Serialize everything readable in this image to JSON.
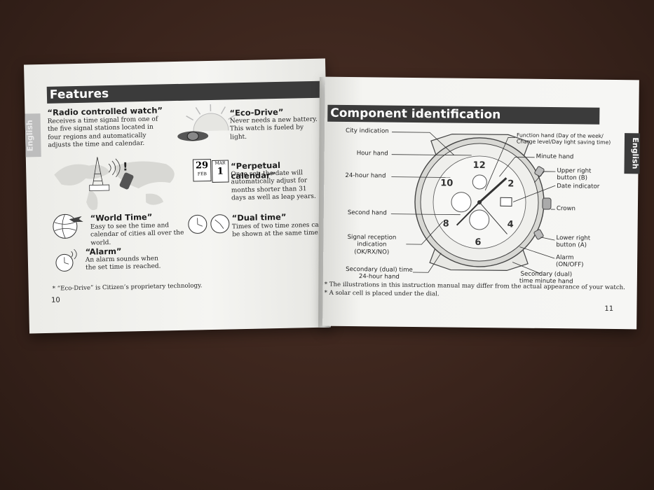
{
  "left_page": {
    "section_title": "Features",
    "side_tab": "English",
    "features": [
      {
        "title": "“Radio controlled watch”",
        "text": "Receives a time signal from one of the five signal stations located in four regions and automatically adjusts the time and calendar."
      },
      {
        "title": "“Eco-Drive”",
        "text": "Never needs a new battery. This watch is fueled by light."
      },
      {
        "title": "“Perpetual calendar”",
        "text": "Once set, the date will automatically adjust for months shorter than 31 days as well as leap years."
      },
      {
        "title": "“World Time”",
        "text": "Easy to see the time and calendar of cities all over the world."
      },
      {
        "title": "“Dual time”",
        "text": "Times of two time zones can be shown at the same time."
      },
      {
        "title": "“Alarm”",
        "text": "An alarm sounds when the set time is reached."
      }
    ],
    "calendar_icon": {
      "left_day": "29",
      "left_month": "FEB",
      "right_day": "1",
      "right_month": "MAR"
    },
    "footnote": "* “Eco-Drive” is Citizen’s proprietary technology.",
    "page_number": "10"
  },
  "right_page": {
    "section_title": "Component identification",
    "side_tab": "English",
    "labels": {
      "city_indication": "City indication",
      "hour_hand": "Hour hand",
      "hour24_hand": "24-hour hand",
      "second_hand": "Second hand",
      "signal_reception": "Signal reception\nindication\n(OK/RX/NO)",
      "secondary_dual_time": "Secondary (dual) time\n24-hour hand",
      "function_hand": "Function hand (Day of the week/\nCharge level/Day light saving time)",
      "minute_hand": "Minute hand",
      "upper_right_button": "Upper right\nbutton (B)",
      "date_indicator": "Date indicator",
      "crown": "Crown",
      "lower_right_button": "Lower right\nbutton (A)",
      "alarm": "Alarm\n(ON/OFF)",
      "secondary_minute": "Secondary (dual)\ntime minute hand"
    },
    "notes": [
      "* The illustrations in this instruction manual may differ from the actual appearance of your watch.",
      "* A solar cell is placed under the dial."
    ],
    "page_number": "11"
  }
}
